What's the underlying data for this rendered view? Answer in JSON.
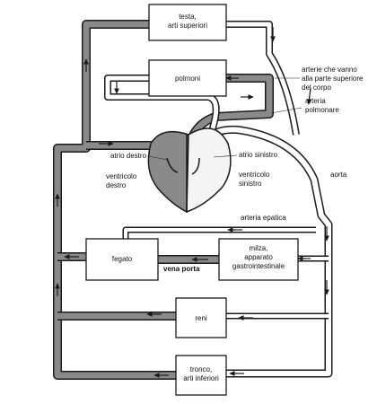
{
  "organs": {
    "head": {
      "line1": "testa,",
      "line2": "arti superiori"
    },
    "lungs": {
      "label": "polmoni"
    },
    "liver": {
      "label": "fegato"
    },
    "spleen": {
      "line1": "milza,",
      "line2": "apparato",
      "line3": "gastrointestinale"
    },
    "kidneys": {
      "label": "reni"
    },
    "trunk": {
      "line1": "tronco,",
      "line2": "arti inferiori"
    }
  },
  "labels": {
    "upper_arteries": {
      "line1": "arterie che vanno",
      "line2": "alla parte superiore",
      "line3": "del corpo"
    },
    "pulmonary_artery": {
      "line1": "arteria",
      "line2": "polmonare"
    },
    "right_atrium": "atrio destro",
    "left_atrium": "atrio sinistro",
    "right_ventricle": {
      "line1": "ventricolo",
      "line2": "destro"
    },
    "left_ventricle": {
      "line1": "ventricolo",
      "line2": "sinistro"
    },
    "aorta": "aorta",
    "hepatic_artery": "arteria epatica",
    "portal_vein": "vena porta"
  },
  "colors": {
    "venous": "#8a8a8a",
    "arterial": "#ffffff",
    "outline": "#1a1a1a",
    "heart_right": "#8a8a8a",
    "heart_left": "#f4f4f4"
  }
}
